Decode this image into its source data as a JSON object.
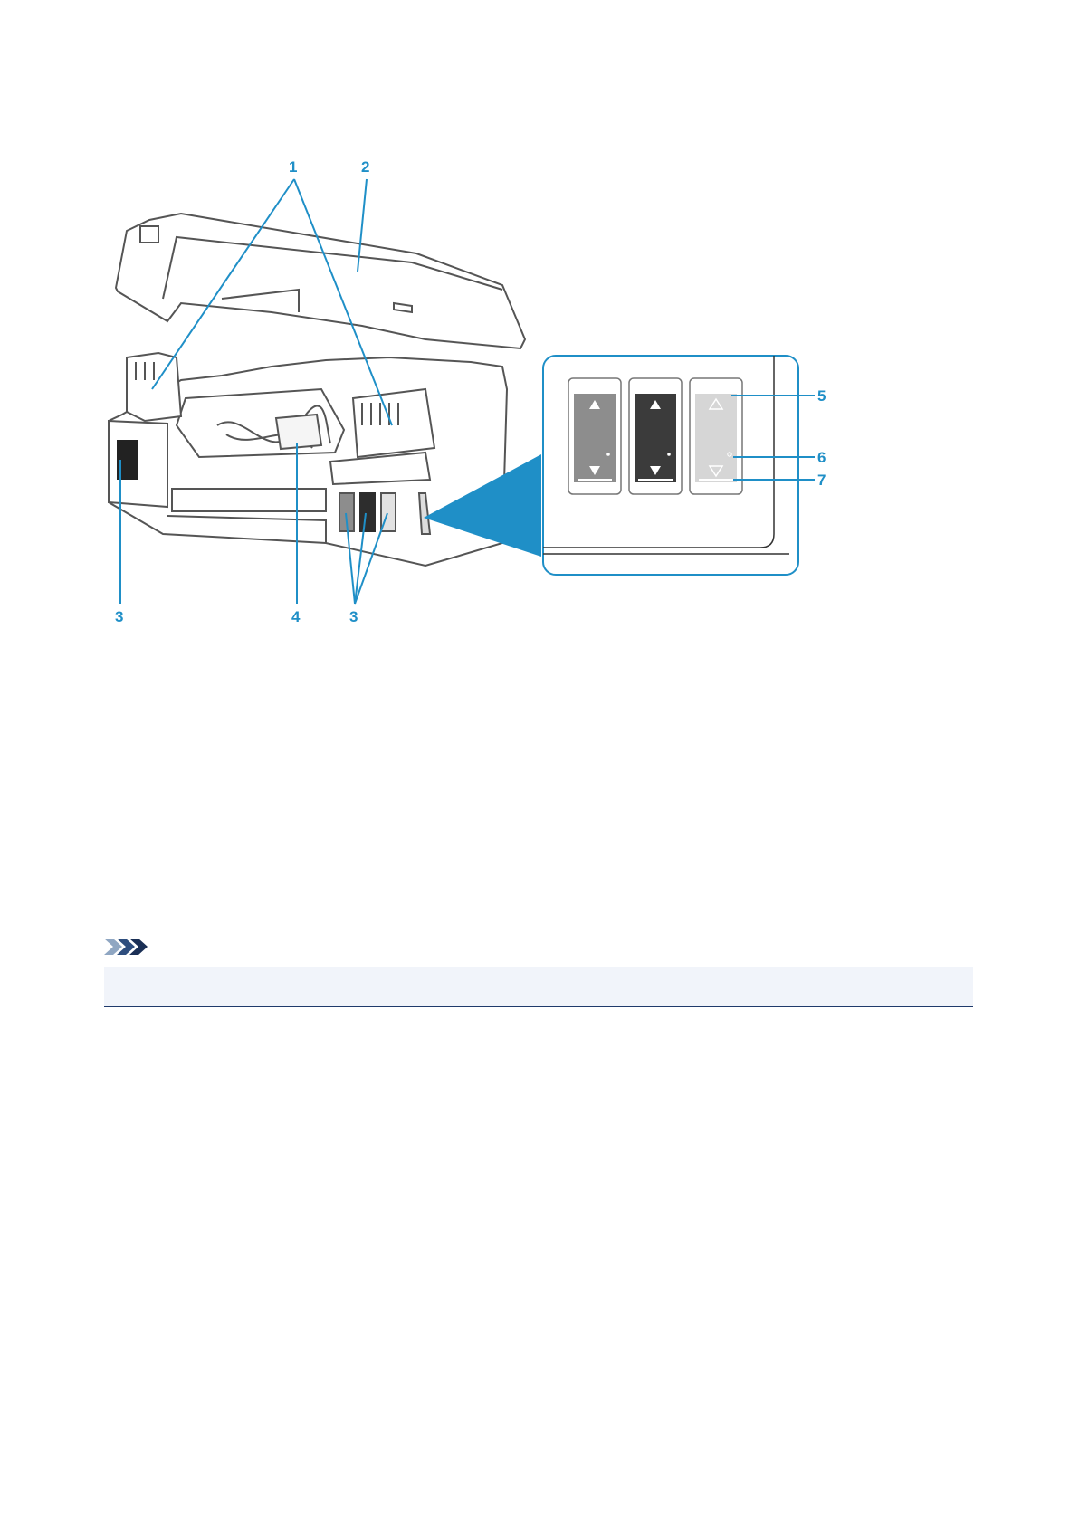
{
  "figure": {
    "callouts": {
      "c1": "1",
      "c2": "2",
      "c3a": "3",
      "c4": "4",
      "c3b": "3",
      "c5": "5",
      "c6": "6",
      "c7": "7"
    },
    "colors": {
      "callout": "#1f8fc7",
      "printer_line": "#555555",
      "tank_gray": "#8d8d8d",
      "tank_black": "#3b3b3b",
      "tank_light": "#d6d6d6"
    },
    "icons": [
      "printer-illustration",
      "ink-tank-inset",
      "triangle-up-icon",
      "triangle-down-icon"
    ]
  },
  "note": {
    "icon": "note-chevrons-icon",
    "rule_color": "#1f3a6b",
    "link_color": "#1f72c7"
  }
}
